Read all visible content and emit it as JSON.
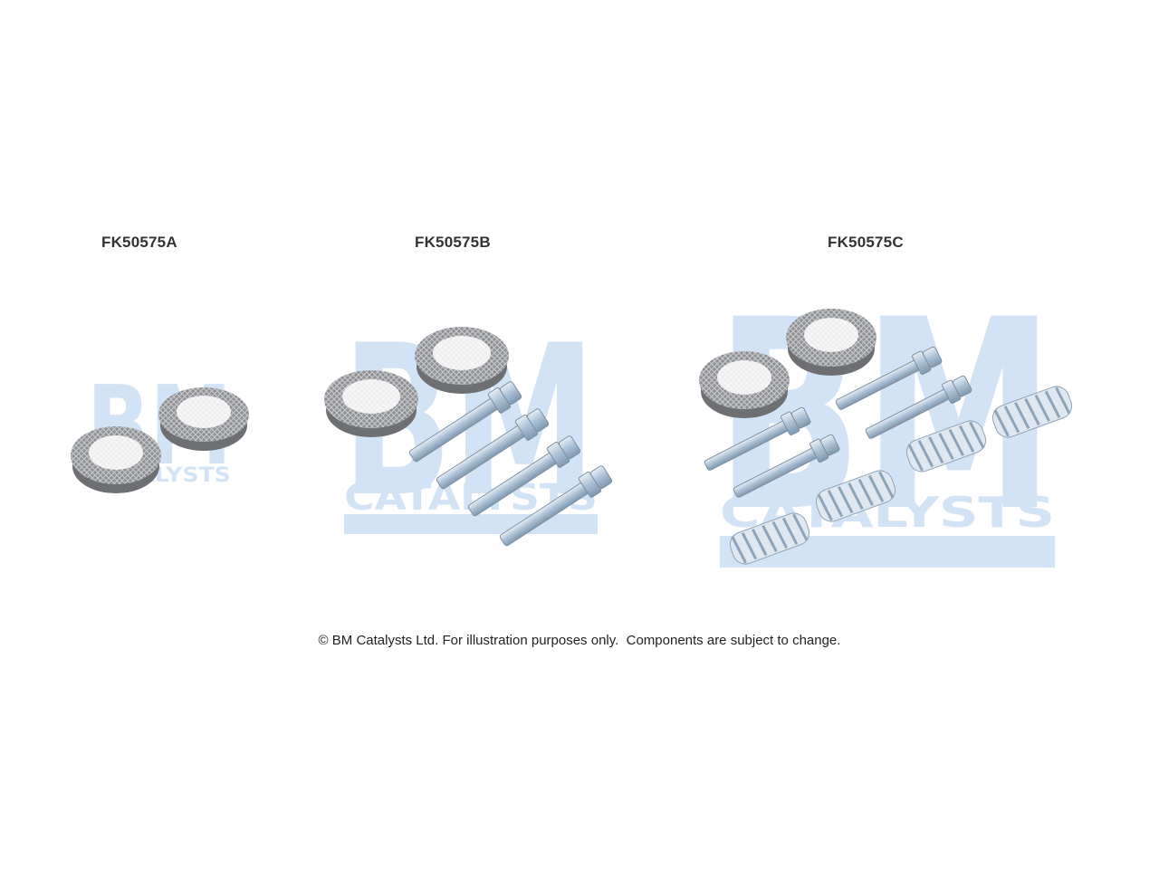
{
  "kits": [
    {
      "code": "FK50575A",
      "watermark_text": "CATALYSTS"
    },
    {
      "code": "FK50575B",
      "watermark_text": "CATALYSTS"
    },
    {
      "code": "FK50575C",
      "watermark_text": "CATALYSTS"
    }
  ],
  "watermark_logo_text": "BM",
  "footer": {
    "copyright_symbol": "©",
    "text": "BM Catalysts Ltd. For illustration purposes only.  Components are subject to change."
  },
  "colors": {
    "watermark": "#cfe0f6",
    "gasket_dark": "#6d6f72",
    "gasket_light": "#b8babd",
    "bolt": "#a9bfd4",
    "spring": "#b7c8d9"
  }
}
